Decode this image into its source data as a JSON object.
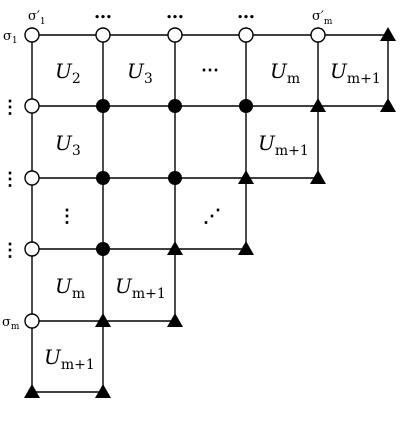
{
  "top_dots": [
    "…",
    "…",
    "…"
  ],
  "left_dots": [
    "⋮",
    "⋮",
    "⋮"
  ],
  "sigma1": {
    "base": "σ",
    "sub": "1"
  },
  "sigma1_prime": {
    "base": "σ′",
    "sub": "1"
  },
  "sigma_m": {
    "base": "σ",
    "sub": "m"
  },
  "sigma_m_prime": {
    "base": "σ′",
    "sub": "m"
  },
  "cells": {
    "u2": {
      "base": "U",
      "sub": "2"
    },
    "u3_row1": {
      "base": "U",
      "sub": "3"
    },
    "row1_ellipsis": "⋯",
    "um_row1": {
      "base": "U",
      "sub": "m"
    },
    "um1_row1": {
      "base": "U",
      "sub": "m+1"
    },
    "u3_row2": {
      "base": "U",
      "sub": "3"
    },
    "um1_row2": {
      "base": "U",
      "sub": "m+1"
    },
    "col_ellipsis": "⋮",
    "diag_ellipsis": "⋰",
    "um_row4": {
      "base": "U",
      "sub": "m"
    },
    "um1_row4": {
      "base": "U",
      "sub": "m+1"
    },
    "um1_row5": {
      "base": "U",
      "sub": "m+1"
    }
  }
}
